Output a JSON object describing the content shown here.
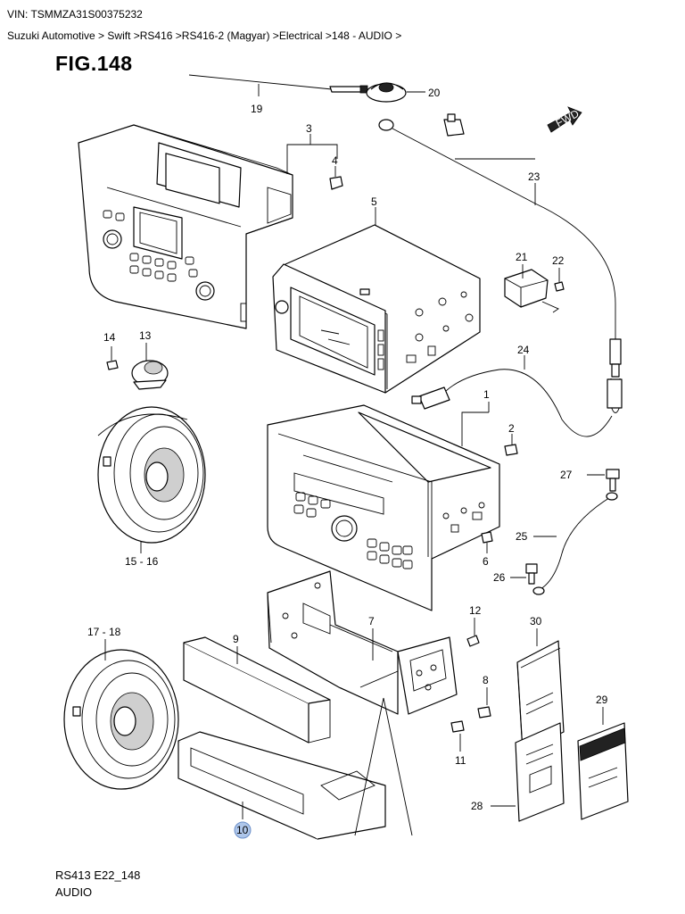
{
  "header": {
    "vin": "VIN: TSMMZA31S00375232",
    "breadcrumb": "Suzuki Automotive > Swift >RS416 >RS416-2 (Magyar) >Electrical >148 - AUDIO >"
  },
  "figure": {
    "title": "FIG.148",
    "fwd_label": "FWD"
  },
  "callouts": {
    "c1": "1",
    "c2": "2",
    "c3": "3",
    "c4": "4",
    "c5": "5",
    "c6": "6",
    "c7": "7",
    "c8": "8",
    "c9": "9",
    "c10": "10",
    "c11": "11",
    "c12": "12",
    "c13": "13",
    "c14": "14",
    "c15_16": "15 - 16",
    "c17_18": "17 - 18",
    "c19": "19",
    "c20": "20",
    "c21": "21",
    "c22": "22",
    "c23": "23",
    "c24": "24",
    "c25": "25",
    "c26": "26",
    "c27": "27",
    "c28": "28",
    "c29": "29",
    "c30": "30"
  },
  "highlighted_callout": "10",
  "footer": {
    "code": "RS413 E22_148",
    "title": "AUDIO"
  }
}
